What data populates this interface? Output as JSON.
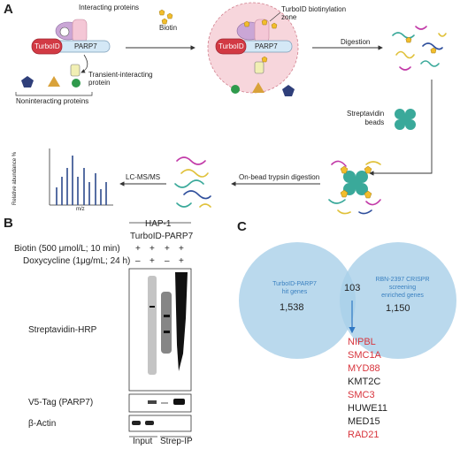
{
  "colors": {
    "turbo_red": "#d23a44",
    "parp_blue": "#d4e8f6",
    "biotin_gold": "#f2bd2c",
    "strep_teal": "#3aa99a",
    "venn_blue": "#a9cfe8",
    "venn_text_blue": "#3a80c0",
    "red_gene": "#d8343c",
    "spectrum_blue": "#2d4a8c",
    "pink_zone": "#f7d6dc"
  },
  "panel_a": {
    "letter": "A",
    "turboid_label": "TurboID",
    "parp7_label": "PARP7",
    "interacting_proteins": "Interacting proteins",
    "biotin": "Biotin",
    "transient_interacting": [
      "Transient-interacting",
      "protein"
    ],
    "noninteracting": "Noninteracting proteins",
    "zone_label": [
      "TurboID biotinylation",
      "zone"
    ],
    "digestion": "Digestion",
    "streptavidin_beads": [
      "Streptavidin",
      "beads"
    ],
    "on_bead": "On-bead trypsin digestion",
    "lcms": "LC-MS/MS",
    "spectrum_ylabel": "Relative abundance %",
    "spectrum_xlabel": "m/z"
  },
  "panel_b": {
    "letter": "B",
    "cell_line": [
      "HAP-1",
      "TurboID-PARP7"
    ],
    "biotin_row": "Biotin (500 μmol/L; 10 min)",
    "dox_row": "Doxycycline (1μg/mL; 24 h)",
    "biotin_signs": [
      "+",
      "+",
      "+",
      "+"
    ],
    "dox_signs": [
      "–",
      "+",
      "–",
      "+"
    ],
    "strep_hrp": "Streptavidin-HRP",
    "v5_tag": "V5-Tag (PARP7)",
    "beta_actin": "β-Actin",
    "input": "Input",
    "strep_ip": "Strep-IP"
  },
  "panel_c": {
    "letter": "C",
    "left_label": [
      "TurboID-PARP7",
      "hit genes"
    ],
    "left_count": "1,538",
    "right_label": [
      "RBN-2397 CRISPR",
      "screening",
      "enriched genes"
    ],
    "right_count": "1,150",
    "overlap_count": "103",
    "genes": [
      {
        "name": "NIPBL",
        "highlight": true
      },
      {
        "name": "SMC1A",
        "highlight": true
      },
      {
        "name": "MYD88",
        "highlight": true
      },
      {
        "name": "KMT2C",
        "highlight": false
      },
      {
        "name": "SMC3",
        "highlight": true
      },
      {
        "name": "HUWE11",
        "highlight": false
      },
      {
        "name": "MED15",
        "highlight": false
      },
      {
        "name": "RAD21",
        "highlight": true
      }
    ]
  }
}
